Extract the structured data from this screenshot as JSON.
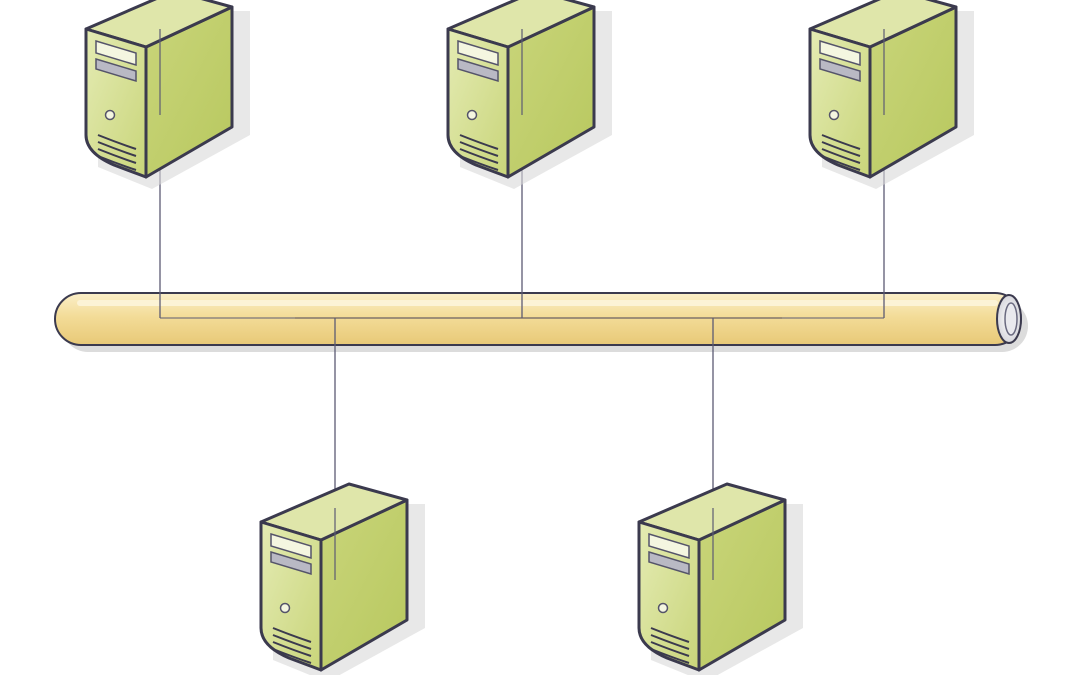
{
  "diagram": {
    "type": "bus-topology",
    "nodes": [
      {
        "id": "server-1",
        "icon": "server-tower-icon",
        "row": "top",
        "order": 1
      },
      {
        "id": "server-2",
        "icon": "server-tower-icon",
        "row": "top",
        "order": 2
      },
      {
        "id": "server-3",
        "icon": "server-tower-icon",
        "row": "top",
        "order": 3
      },
      {
        "id": "server-4",
        "icon": "server-tower-icon",
        "row": "bottom",
        "order": 1
      },
      {
        "id": "server-5",
        "icon": "server-tower-icon",
        "row": "bottom",
        "order": 2
      }
    ],
    "bus": {
      "id": "network-bus",
      "icon": "cable-pipe-icon"
    },
    "links": [
      {
        "from": "server-1",
        "to": "network-bus"
      },
      {
        "from": "server-2",
        "to": "network-bus"
      },
      {
        "from": "server-3",
        "to": "network-bus"
      },
      {
        "from": "server-4",
        "to": "network-bus"
      },
      {
        "from": "server-5",
        "to": "network-bus"
      }
    ],
    "colors": {
      "server_front": "#d2dc8c",
      "server_side": "#c2d06b",
      "server_top": "#dfe6aa",
      "server_outline": "#3b3a4e",
      "bus_fill": "#f2dc9a",
      "bus_highlight": "#f9ecc4",
      "bus_outline": "#3b3a4e",
      "link_line": "#5c5b73",
      "shadow": "#d9d9d9"
    }
  }
}
